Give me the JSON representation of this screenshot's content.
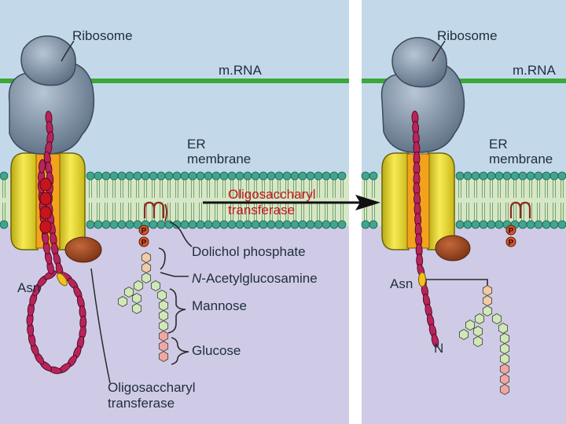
{
  "colors": {
    "cytosol": "#c3d9ea",
    "lumen": "#cfcbe6",
    "mrna": "#3aa83a",
    "membrane_head": "#3fa58f",
    "translocon": "#f3e23a",
    "translocon_core": "#f2a21c",
    "peptide": "#b8245a",
    "enzyme": "#a04a25",
    "ribosome": "#7b8ea3",
    "glcnac": "#f2caa8",
    "mannose": "#cfe8b8",
    "glucose": "#f1a6a6",
    "phosphate": "#d9582a",
    "label_red": "#c8141e"
  },
  "left_panel": {
    "ribosome": "Ribosome",
    "mrna": "m.RNA",
    "er_line1": "ER",
    "er_line2": "membrane",
    "enzyme_line1": "Oligosaccharyl",
    "enzyme_line2": "transferase",
    "dolichol": "Dolichol phosphate",
    "glcnac_italic": "N",
    "glcnac_rest": "-Acetylglucosamine",
    "mannose": "Mannose",
    "glucose": "Glucose",
    "asn": "Asn",
    "ost_line1": "Oligosaccharyl",
    "ost_line2": "transferase",
    "p_label": "P"
  },
  "right_panel": {
    "ribosome": "Ribosome",
    "mrna": "m.RNA",
    "er_line1": "ER",
    "er_line2": "membrane",
    "asn": "Asn",
    "n_terminus": "N",
    "p_label": "P"
  }
}
